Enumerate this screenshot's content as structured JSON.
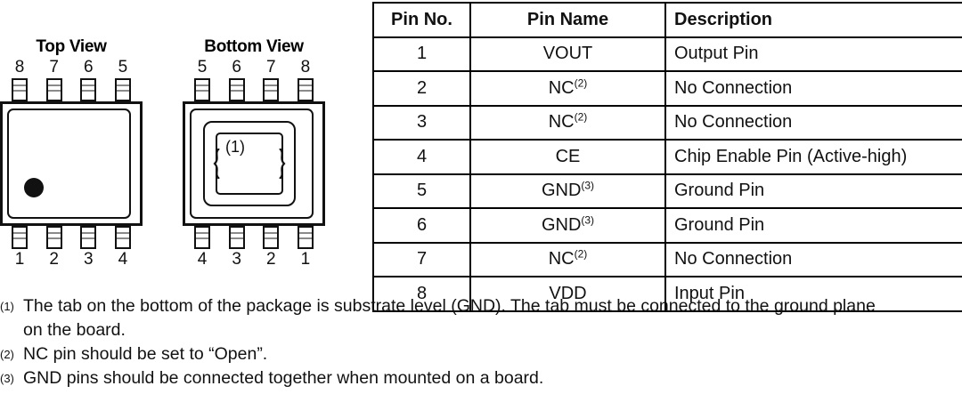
{
  "packages": [
    {
      "id": "top-view",
      "label": "Top View",
      "pins_top": [
        "8",
        "7",
        "6",
        "5"
      ],
      "pins_bottom": [
        "1",
        "2",
        "3",
        "4"
      ],
      "has_pin1_dot": true,
      "has_thermal_pad": false,
      "pad_tag": ""
    },
    {
      "id": "bottom-view",
      "label": "Bottom View",
      "pins_top": [
        "5",
        "6",
        "7",
        "8"
      ],
      "pins_bottom": [
        "4",
        "3",
        "2",
        "1"
      ],
      "has_pin1_dot": false,
      "has_thermal_pad": true,
      "pad_tag": "(1)"
    }
  ],
  "table": {
    "headers": [
      "Pin No.",
      "Pin Name",
      "Description"
    ],
    "rows": [
      {
        "no": "1",
        "name": "VOUT",
        "note": "",
        "desc": "Output Pin"
      },
      {
        "no": "2",
        "name": "NC",
        "note": "(2)",
        "desc": "No Connection"
      },
      {
        "no": "3",
        "name": "NC",
        "note": "(2)",
        "desc": "No Connection"
      },
      {
        "no": "4",
        "name": "CE",
        "note": "",
        "desc": "Chip Enable Pin (Active-high)"
      },
      {
        "no": "5",
        "name": "GND",
        "note": "(3)",
        "desc": "Ground Pin"
      },
      {
        "no": "6",
        "name": "GND",
        "note": "(3)",
        "desc": "Ground Pin"
      },
      {
        "no": "7",
        "name": "NC",
        "note": "(2)",
        "desc": "No Connection"
      },
      {
        "no": "8",
        "name": "VDD",
        "note": "",
        "desc": "Input Pin"
      }
    ]
  },
  "footnotes": [
    {
      "mark": "(1)",
      "text": "The tab on the bottom of the package is substrate level (GND). The tab must be connected to the ground plane",
      "continuation": "on the board."
    },
    {
      "mark": "(2)",
      "text": "NC pin should be set to “Open”.",
      "continuation": ""
    },
    {
      "mark": "(3)",
      "text": "GND pins should be connected together when mounted on a board.",
      "continuation": ""
    }
  ],
  "colors": {
    "line": "#111111",
    "background": "#ffffff",
    "lead_divider": "#8a8a8a"
  }
}
